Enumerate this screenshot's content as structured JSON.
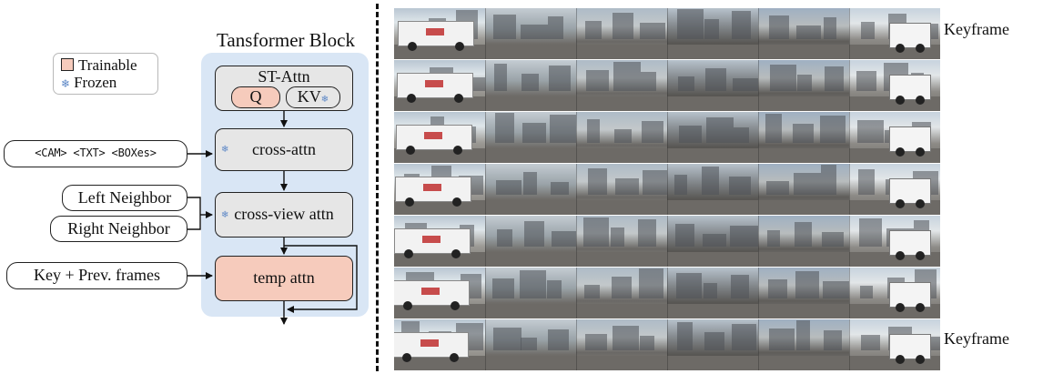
{
  "block": {
    "title": "Tansformer Block",
    "st_attn": {
      "label": "ST-Attn",
      "q": "Q",
      "kv": "KV"
    },
    "cross_attn": "cross-attn",
    "cross_view_attn": "cross-view attn",
    "temp_attn": "temp attn"
  },
  "legend": {
    "trainable": "Trainable",
    "frozen": "Frozen"
  },
  "inputs": {
    "conditions": "<CAM> <TXT> <BOXes>",
    "left_neighbor": "Left Neighbor",
    "right_neighbor": "Right Neighbor",
    "frames": "Key + Prev. frames"
  },
  "frames": {
    "keyframe_top": "Keyframe",
    "keyframe_bottom": "Keyframe",
    "rows": 7,
    "views_per_row": 6
  },
  "colors": {
    "trainable": "#f6cbbc",
    "frozen_icon": "#5b86c6",
    "block_bg": "#d9e6f5",
    "node_gray": "#e6e6e6"
  },
  "icons": {
    "frozen": "snowflake-icon"
  }
}
